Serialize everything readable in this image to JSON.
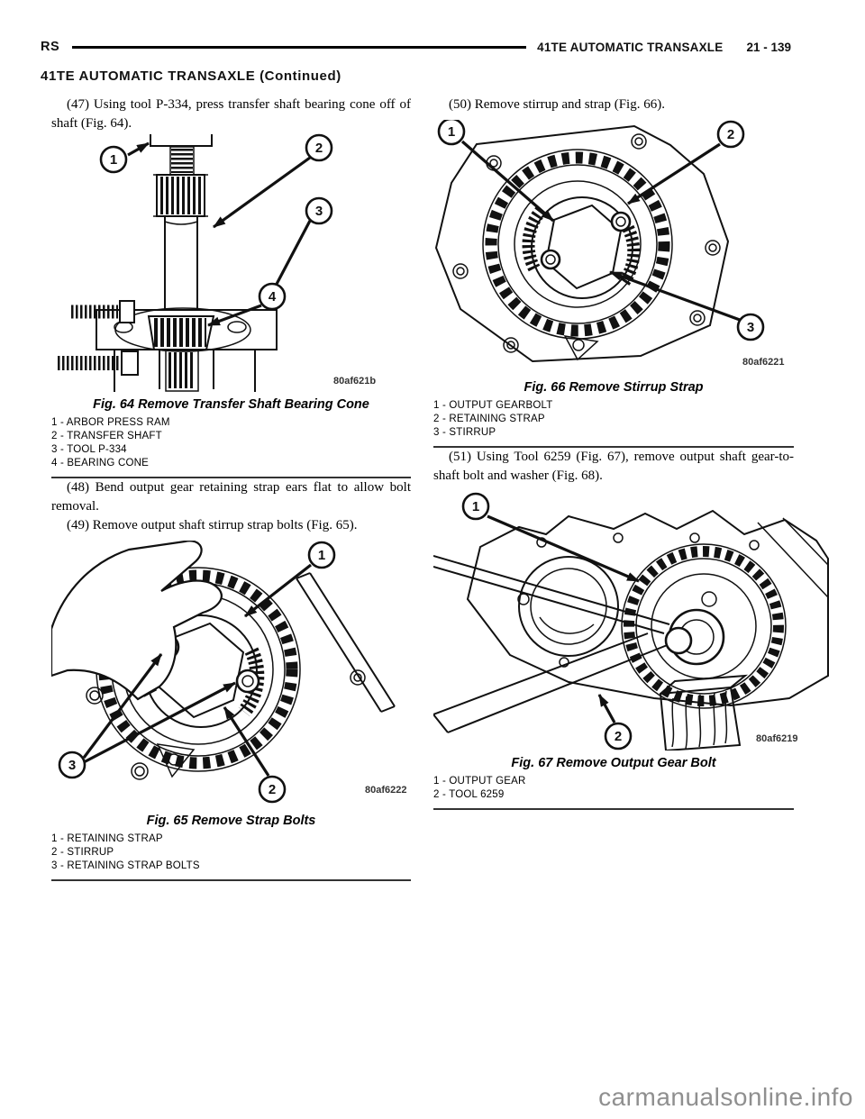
{
  "header": {
    "left": "RS",
    "right": "41TE AUTOMATIC TRANSAXLE",
    "page_number": "21 - 139",
    "continued": "41TE AUTOMATIC TRANSAXLE (Continued)"
  },
  "steps": {
    "s47": "(47) Using tool P-334, press transfer shaft bearing cone off of shaft (Fig. 64).",
    "s48": "(48) Bend output gear retaining strap ears flat to allow bolt removal.",
    "s49": "(49) Remove output shaft stirrup strap bolts (Fig. 65).",
    "s50": "(50) Remove stirrup and strap (Fig. 66).",
    "s51": "(51) Using Tool 6259 (Fig. 67), remove output shaft gear-to-shaft bolt and washer (Fig. 68)."
  },
  "figures": {
    "fig64": {
      "caption": "Fig. 64 Remove Transfer Shaft Bearing Cone",
      "code": "80af621b",
      "callouts": [
        "1",
        "2",
        "3",
        "4"
      ],
      "legend": [
        "1 - ARBOR PRESS RAM",
        "2 - TRANSFER SHAFT",
        "3 - TOOL P-334",
        "4 - BEARING CONE"
      ]
    },
    "fig65": {
      "caption": "Fig. 65 Remove Strap Bolts",
      "code": "80af6222",
      "callouts": [
        "1",
        "2",
        "3"
      ],
      "legend": [
        "1 - RETAINING STRAP",
        "2 - STIRRUP",
        "3 - RETAINING STRAP BOLTS"
      ]
    },
    "fig66": {
      "caption": "Fig. 66 Remove Stirrup Strap",
      "code": "80af6221",
      "callouts": [
        "1",
        "2",
        "3"
      ],
      "legend": [
        "1 - OUTPUT GEARBOLT",
        "2 - RETAINING STRAP",
        "3 - STIRRUP"
      ]
    },
    "fig67": {
      "caption": "Fig. 67 Remove Output Gear Bolt",
      "code": "80af6219",
      "callouts": [
        "1",
        "2"
      ],
      "legend": [
        "1 - OUTPUT GEAR",
        "2 - TOOL 6259"
      ]
    }
  },
  "watermark": "carmanualsonline.info"
}
